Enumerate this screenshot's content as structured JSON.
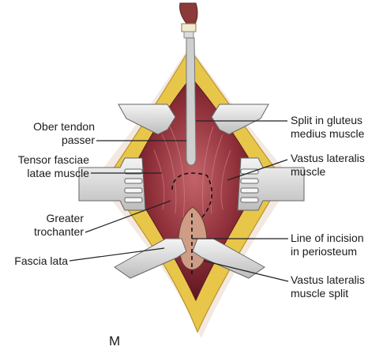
{
  "figure": {
    "panel_letter": "M",
    "labels": {
      "ober_tendon_passer": [
        "Ober tendon",
        "passer"
      ],
      "tensor_fasciae_latae": [
        "Tensor fasciae",
        "latae muscle"
      ],
      "greater_trochanter": [
        "Greater",
        "trochanter"
      ],
      "fascia_lata": [
        "Fascia lata"
      ],
      "split_gluteus_medius": [
        "Split in gluteus",
        "medius muscle"
      ],
      "vastus_lateralis": [
        "Vastus lateralis",
        "muscle"
      ],
      "line_of_incision": [
        "Line of incision",
        "in periosteum"
      ],
      "vastus_lateralis_split": [
        "Vastus lateralis",
        "muscle split"
      ]
    },
    "colors": {
      "fat": "#e8c64a",
      "muscle": "#8b2a33",
      "muscle_highlight": "#c86a6a",
      "bone": "#d9a890",
      "retractor": "#e6e6e6",
      "leader": "#222222"
    }
  }
}
